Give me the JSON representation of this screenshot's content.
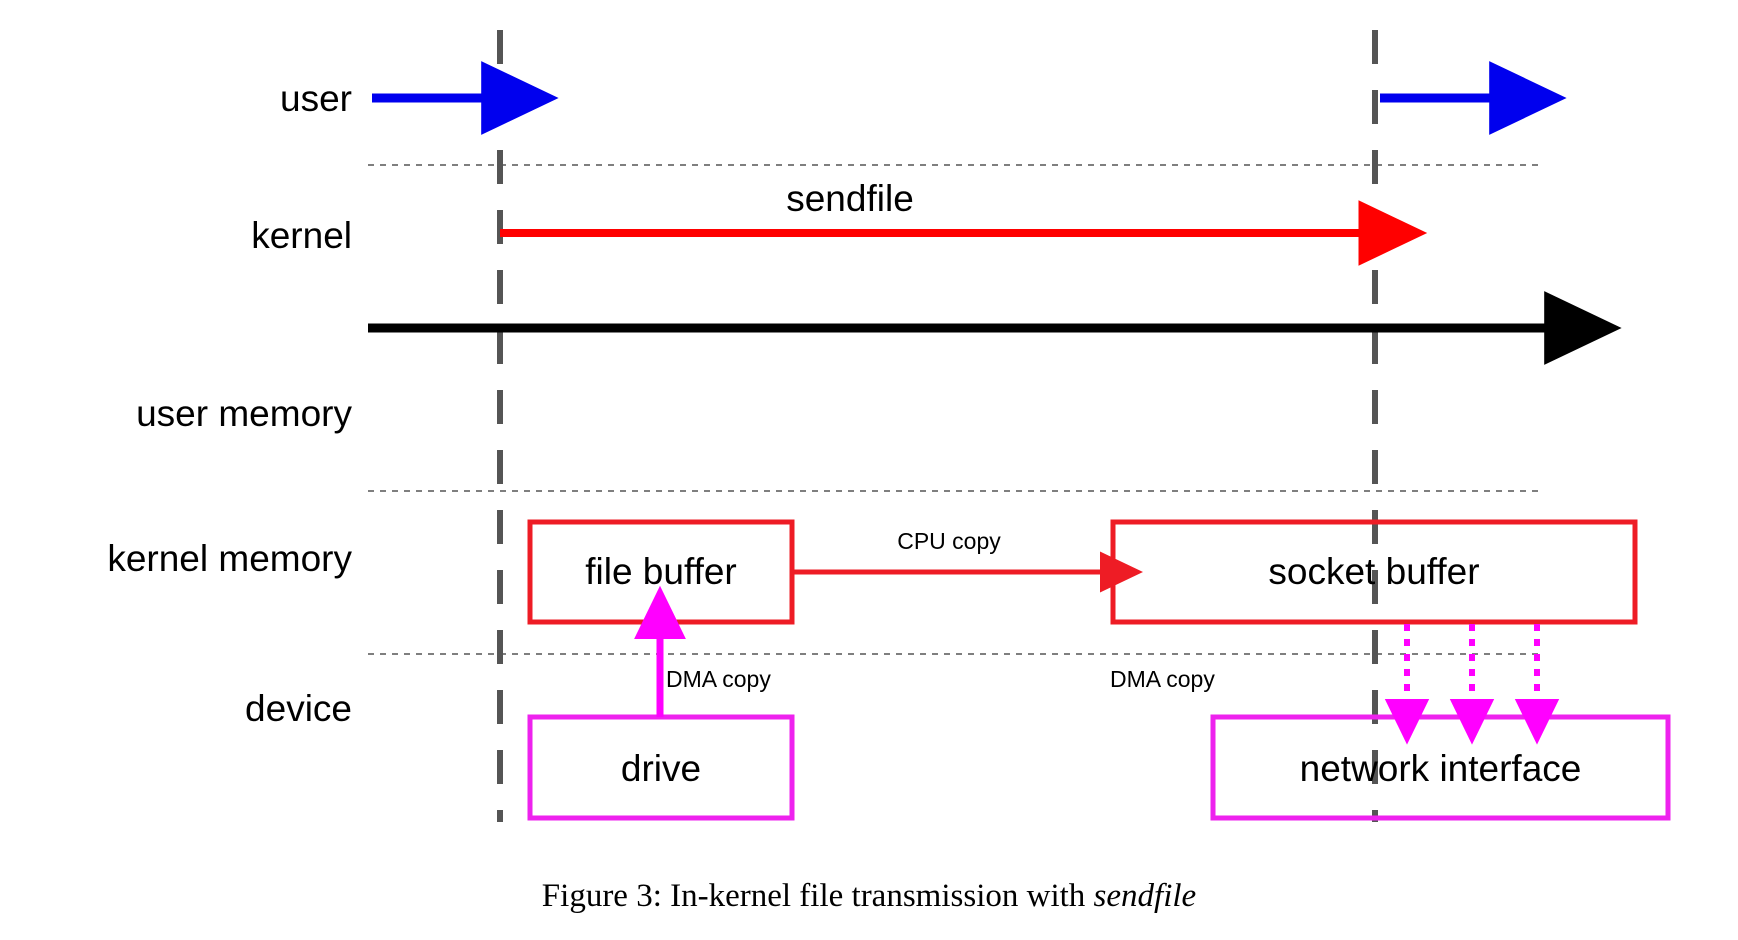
{
  "figure": {
    "caption_prefix": "Figure 3: In-kernel file transmission with ",
    "caption_emphasis": "sendfile",
    "caption_full": "Figure 3: In-kernel file transmission with sendfile"
  },
  "colors": {
    "background": "#ffffff",
    "text": "#000000",
    "timeline": "#000000",
    "user_arrow": "#0000ee",
    "kernel_arrow": "#ff0000",
    "buffer_box_border": "#ee1c25",
    "device_box_border": "#ee22ee",
    "dma_arrow": "#ff00ff",
    "separator": "#555555",
    "lifeline": "#555555"
  },
  "lanes": [
    {
      "id": "user",
      "label": "user"
    },
    {
      "id": "kernel",
      "label": "kernel"
    },
    {
      "id": "user-memory",
      "label": "user memory"
    },
    {
      "id": "kernel-memory",
      "label": "kernel memory"
    },
    {
      "id": "device",
      "label": "device"
    }
  ],
  "boxes": [
    {
      "id": "file-buffer",
      "label": "file buffer",
      "kind": "buffer"
    },
    {
      "id": "socket-buffer",
      "label": "socket buffer",
      "kind": "buffer"
    },
    {
      "id": "drive",
      "label": "drive",
      "kind": "device"
    },
    {
      "id": "network-interface",
      "label": "network interface",
      "kind": "device"
    }
  ],
  "operations": [
    {
      "id": "sendfile",
      "label": "sendfile",
      "color": "#ff0000",
      "style": "solid-arrow"
    },
    {
      "id": "cpu-copy",
      "label": "CPU copy",
      "color": "#ee1c25",
      "style": "solid-arrow"
    },
    {
      "id": "dma-copy-drive",
      "label": "DMA copy",
      "color": "#ff00ff",
      "style": "solid-arrow-up"
    },
    {
      "id": "dma-copy-nic",
      "label": "DMA copy",
      "color": "#ff00ff",
      "style": "dotted-arrow-down"
    }
  ],
  "arrows": {
    "user_entry": {
      "id": "user-entry-arrow",
      "color": "#0000ee"
    },
    "user_return": {
      "id": "user-return-arrow",
      "color": "#0000ee"
    },
    "timeline": {
      "id": "timeline-arrow",
      "color": "#000000"
    }
  },
  "dma_nic_arrow_count": 3
}
